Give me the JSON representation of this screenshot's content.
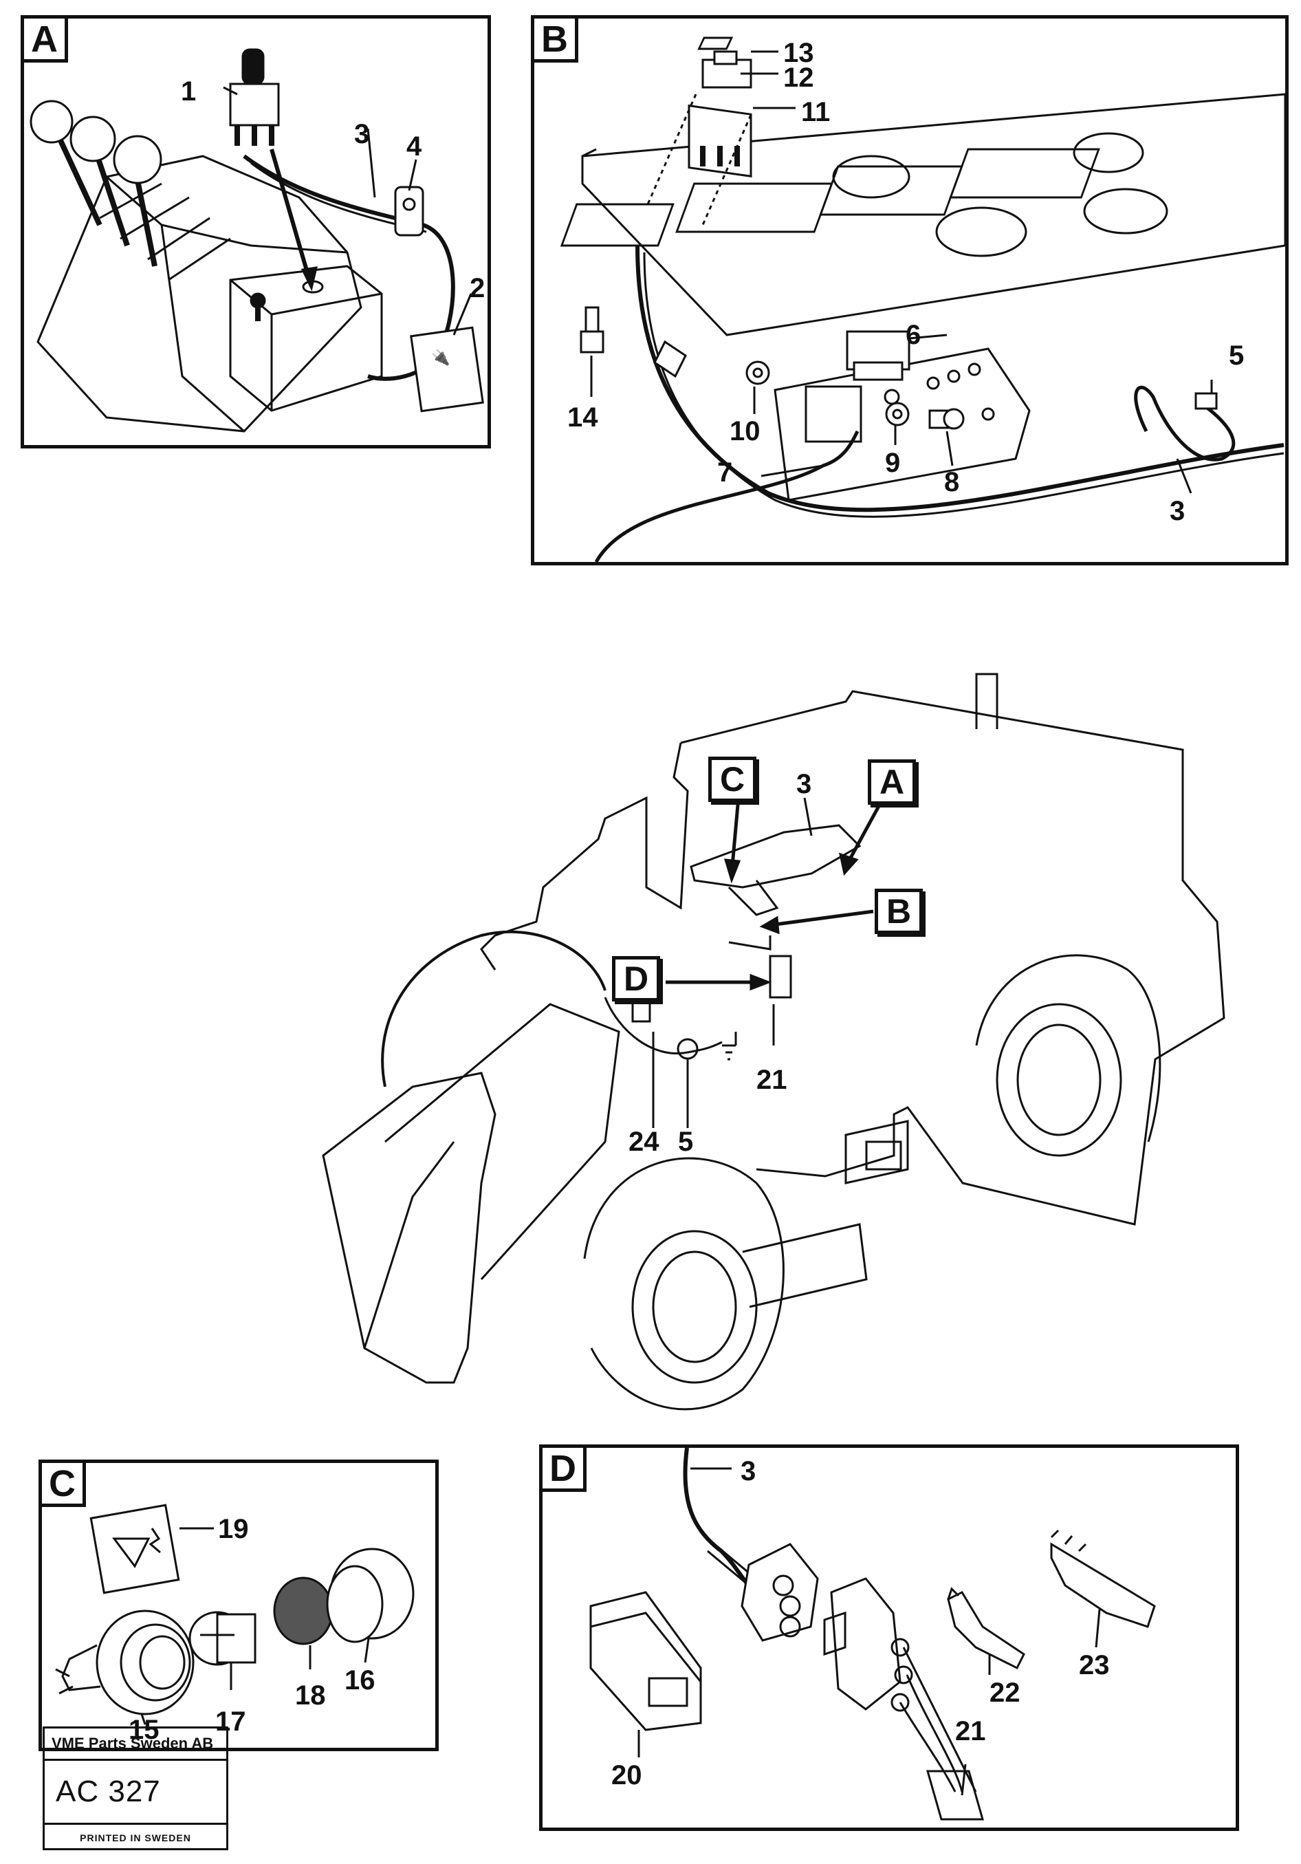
{
  "panels": {
    "a": {
      "letter": "A",
      "callouts": [
        "1",
        "2",
        "3",
        "4"
      ]
    },
    "b": {
      "letter": "B",
      "callouts": [
        "3",
        "5",
        "6",
        "7",
        "8",
        "9",
        "10",
        "11",
        "12",
        "13",
        "14"
      ]
    },
    "c": {
      "letter": "C",
      "callouts": [
        "15",
        "16",
        "17",
        "18",
        "19"
      ]
    },
    "d": {
      "letter": "D",
      "callouts": [
        "3",
        "20",
        "21",
        "22",
        "23"
      ]
    }
  },
  "overview": {
    "box_labels": [
      "A",
      "B",
      "C",
      "D"
    ],
    "callouts": [
      "3",
      "21",
      "24",
      "5"
    ]
  },
  "titleblock": {
    "company": "VME Parts Sweden AB",
    "code": "AC 327",
    "printed": "PRINTED IN SWEDEN"
  }
}
